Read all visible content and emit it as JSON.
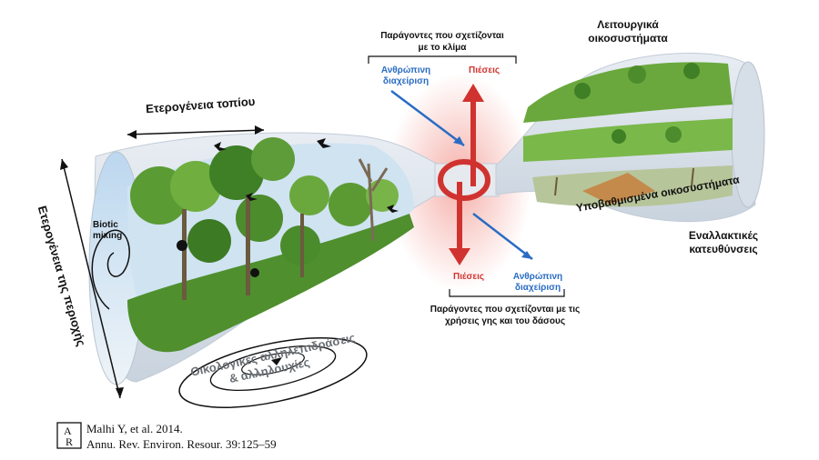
{
  "labels": {
    "landscape_heterogeneity": "Ετερογένεια τοπίου",
    "regional_heterogeneity": "Ετερογένεια της περιοχής",
    "biotic_mixing": "Biotic mixing",
    "ecological_interactions_line1": "Οικολογικές αλληλεπιδράσεις",
    "ecological_interactions_line2": "& αλληλουχίες",
    "climate_factors_line1": "Παράγοντες που σχετίζονται",
    "climate_factors_line2": "με το κλίμα",
    "landuse_factors_line1": "Παράγοντες που σχετίζονται με τις",
    "landuse_factors_line2": "χρήσεις γης και του δάσους",
    "human_management_top_line1": "Ανθρώπινη",
    "human_management_top_line2": "διαχείριση",
    "pressures_top": "Πιέσεις",
    "pressures_bottom": "Πιέσεις",
    "human_management_bottom_line1": "Ανθρώπινη",
    "human_management_bottom_line2": "διαχείριση",
    "functional_ecosystems_line1": "Λειτουργικά",
    "functional_ecosystems_line2": "οικοσυστήματα",
    "degraded_ecosystems": "Υποβαθμισμένα οικοσυστήματα",
    "alternative_directions_line1": "Εναλλακτικές",
    "alternative_directions_line2": "κατευθύνσεις"
  },
  "citation": {
    "line1": "Malhi Y, et al. 2014.",
    "line2": "Annu. Rev. Environ. Resour. 39:125–59",
    "logo_letters": "AR"
  },
  "colors": {
    "human_management": "#2a6cc4",
    "pressures": "#d0332f",
    "tube": "#dfe6ee",
    "forest": "#3f8a2e"
  }
}
